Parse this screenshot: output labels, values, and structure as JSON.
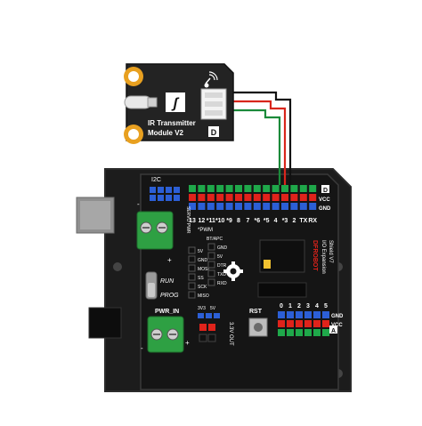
{
  "module": {
    "title_line1": "IR Transmitter",
    "title_line2": "Module V2",
    "corner_badge": "D",
    "logo_glyph": "ʃ"
  },
  "shield": {
    "i2c_label": "I2C",
    "top_rail_badge": "D",
    "bottom_rail_badge": "A",
    "digital_pins": [
      "13",
      "12",
      "*11",
      "*10",
      "*9",
      "8",
      "7",
      "*6",
      "*5",
      "4",
      "*3",
      "2",
      "TX",
      "RX"
    ],
    "rail_labels": [
      "D",
      "VCC",
      "GND"
    ],
    "analog_pins": [
      "0",
      "1",
      "2",
      "3",
      "4",
      "5"
    ],
    "analog_rail_labels": [
      "GND",
      "VCC"
    ],
    "servo_pwr_label": "SERVO PWR",
    "pwm_label": "*PWM",
    "btapc_label": "BT/APC",
    "spi_labels": [
      "5V",
      "GND",
      "MOSI",
      "SS",
      "SCK",
      "MISO"
    ],
    "bt_labels": [
      "GND",
      "5V",
      "DTR",
      "TXD",
      "RXD"
    ],
    "run_label": "RUN",
    "prog_label": "PROG",
    "pwr_in_label": "PWR_IN",
    "voltage_labels": [
      "3V3",
      "5V"
    ],
    "rst_label": "RST",
    "out_label": "3.3V OUT",
    "brand_line1": "DFROBOT",
    "brand_line2": "I/O Expansion",
    "brand_line3": "Shield V7",
    "plus": "+",
    "minus": "-"
  },
  "colors": {
    "board": "#1c1c1c",
    "board_edge": "#2b2b2b",
    "header_red": "#e0231b",
    "header_green": "#1fa84a",
    "header_blue": "#2c5fd6",
    "terminal_green": "#2ea043",
    "module_body": "#232323",
    "mount_ring": "#e8a020",
    "wire_red": "#d8261c",
    "wire_green": "#1b8a3a",
    "wire_black": "#111111"
  }
}
